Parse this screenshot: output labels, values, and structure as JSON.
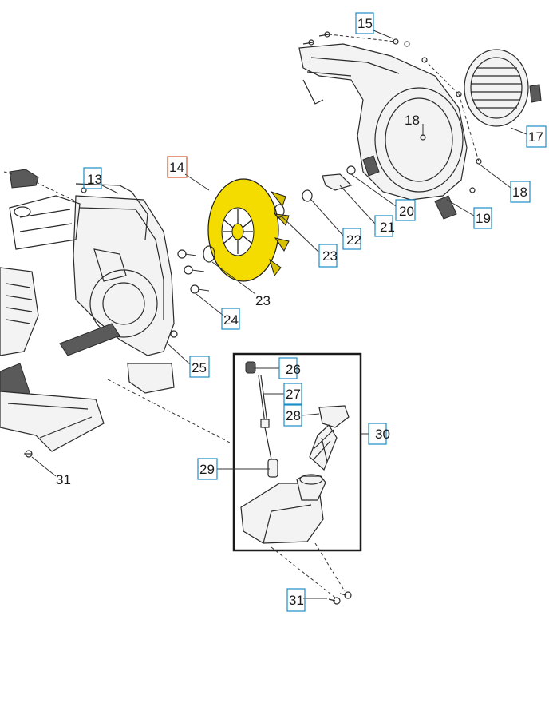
{
  "callouts": [
    {
      "id": "c13",
      "number": "13",
      "boxed": true
    },
    {
      "id": "c14",
      "number": "14",
      "boxed": true
    },
    {
      "id": "c15",
      "number": "15",
      "boxed": true
    },
    {
      "id": "c17",
      "number": "17",
      "boxed": true
    },
    {
      "id": "c18a",
      "number": "18",
      "boxed": false
    },
    {
      "id": "c18b",
      "number": "18",
      "boxed": true
    },
    {
      "id": "c19",
      "number": "19",
      "boxed": true
    },
    {
      "id": "c20",
      "number": "20",
      "boxed": true
    },
    {
      "id": "c21",
      "number": "21",
      "boxed": true
    },
    {
      "id": "c22",
      "number": "22",
      "boxed": true
    },
    {
      "id": "c23a",
      "number": "23",
      "boxed": true
    },
    {
      "id": "c23b",
      "number": "23",
      "boxed": false
    },
    {
      "id": "c24",
      "number": "24",
      "boxed": true
    },
    {
      "id": "c25",
      "number": "25",
      "boxed": true
    },
    {
      "id": "c26",
      "number": "26",
      "boxed": true
    },
    {
      "id": "c27",
      "number": "27",
      "boxed": true
    },
    {
      "id": "c28",
      "number": "28",
      "boxed": true
    },
    {
      "id": "c29",
      "number": "29",
      "boxed": true
    },
    {
      "id": "c30",
      "number": "30",
      "boxed": true
    },
    {
      "id": "c31a",
      "number": "31",
      "boxed": false
    },
    {
      "id": "c31b",
      "number": "31",
      "boxed": true
    }
  ],
  "colors": {
    "highlight": "#f5dc00",
    "box_blue": "#1a8ec9",
    "box_red": "#d9542b",
    "line": "#2a2a2a",
    "detail_frame": "#1a1a1a"
  }
}
